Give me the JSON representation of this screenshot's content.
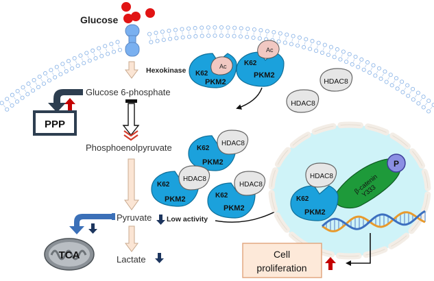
{
  "labels": {
    "glucose": "Glucose",
    "hexokinase": "Hexokinase",
    "g6p": "Glucose 6-phosphate",
    "ppp": "PPP",
    "pep": "Phosphoenolpyruvate",
    "pyruvate": "Pyruvate",
    "low_activity": "Low activity",
    "lactate": "Lactate",
    "tca": "TCA",
    "cell_prolif_line1": "Cell",
    "cell_prolif_line2": "proliferation"
  },
  "complexes": {
    "pkm2": "PKM2",
    "k62": "K62",
    "ac": "Ac",
    "hdac8": "HDAC8",
    "beta_catenin": "β-catenin",
    "y333": "Y333",
    "p": "P"
  },
  "colors": {
    "pkm2_fill": "#1ba1dc",
    "ac_fill": "#f1c8c2",
    "hdac8_fill": "#e6e6e6",
    "beta_catenin_fill": "#1e9a3a",
    "p_fill": "#8b8fe3",
    "nucleus_fill": "#cff3f8",
    "membrane_blue": "#8fb7e8",
    "glucose_red": "#e11414",
    "up_arrow": "#c40000",
    "down_arrow": "#1c355e",
    "ppp_box": "#2d3e50",
    "prolif_box_fill": "#fde9d9",
    "prolif_box_stroke": "#e0a37a",
    "flow_arrow_fill": "#fbe5d4",
    "flow_arrow_stroke": "#c8a98e"
  }
}
